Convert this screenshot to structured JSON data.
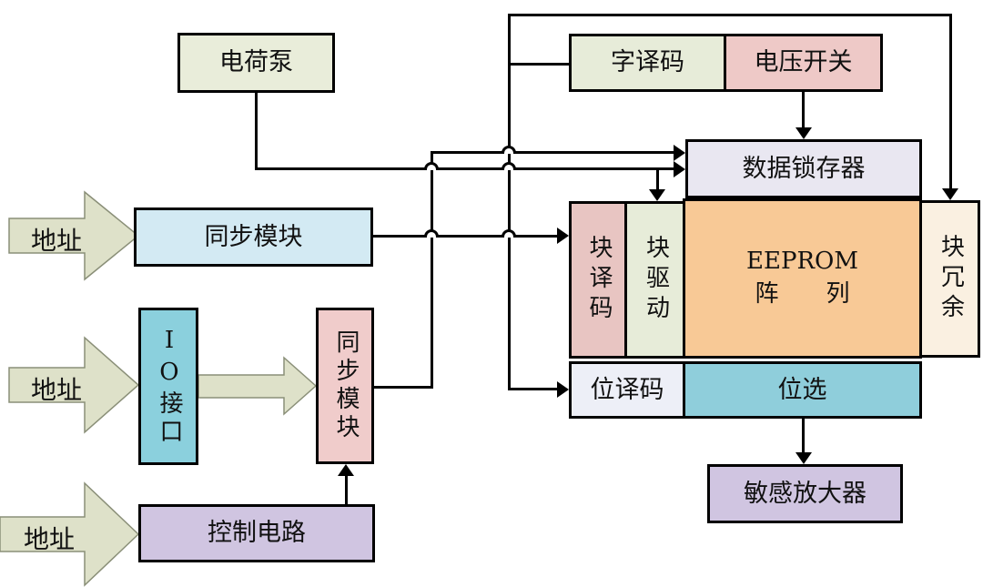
{
  "blocks": {
    "charge_pump": {
      "label": "电荷泵",
      "fill": "#e9edda"
    },
    "sync_module_top": {
      "label": "同步模块",
      "fill": "#d3eaf3"
    },
    "io_interface": {
      "label": "IO接口",
      "fill": "#8bd0dd"
    },
    "sync_module_mid": {
      "label": "同步模块",
      "fill": "#f0cccb"
    },
    "control_circuit": {
      "label": "控制电路",
      "fill": "#d0c5e1"
    },
    "word_decoder": {
      "label": "字译码",
      "fill": "#e7ecd9"
    },
    "voltage_switch": {
      "label": "电压开关",
      "fill": "#eec9c7"
    },
    "data_latch": {
      "label": "数据锁存器",
      "fill": "#e9e7f1"
    },
    "block_decoder": {
      "label": "块译码",
      "fill": "#e8c5c2"
    },
    "block_driver": {
      "label": "块驱动",
      "fill": "#e7ecd9"
    },
    "eeprom_array": {
      "line1": "EEPROM",
      "line2": "阵　　列",
      "fill": "#f8c996"
    },
    "block_redundancy": {
      "label": "块冗余",
      "fill": "#faf0e1"
    },
    "bit_decoder": {
      "label": "位译码",
      "fill": "#edeff7"
    },
    "bit_select": {
      "label": "位选",
      "fill": "#8fcedb"
    },
    "sense_amplifier": {
      "label": "敏感放大器",
      "fill": "#d0c5e1"
    }
  },
  "inputs": {
    "address_label": "地址",
    "arrow_fill": "#dee1c9",
    "arrow_stroke": "#8a8f78"
  },
  "line_color": "#000000",
  "background": "#ffffff"
}
